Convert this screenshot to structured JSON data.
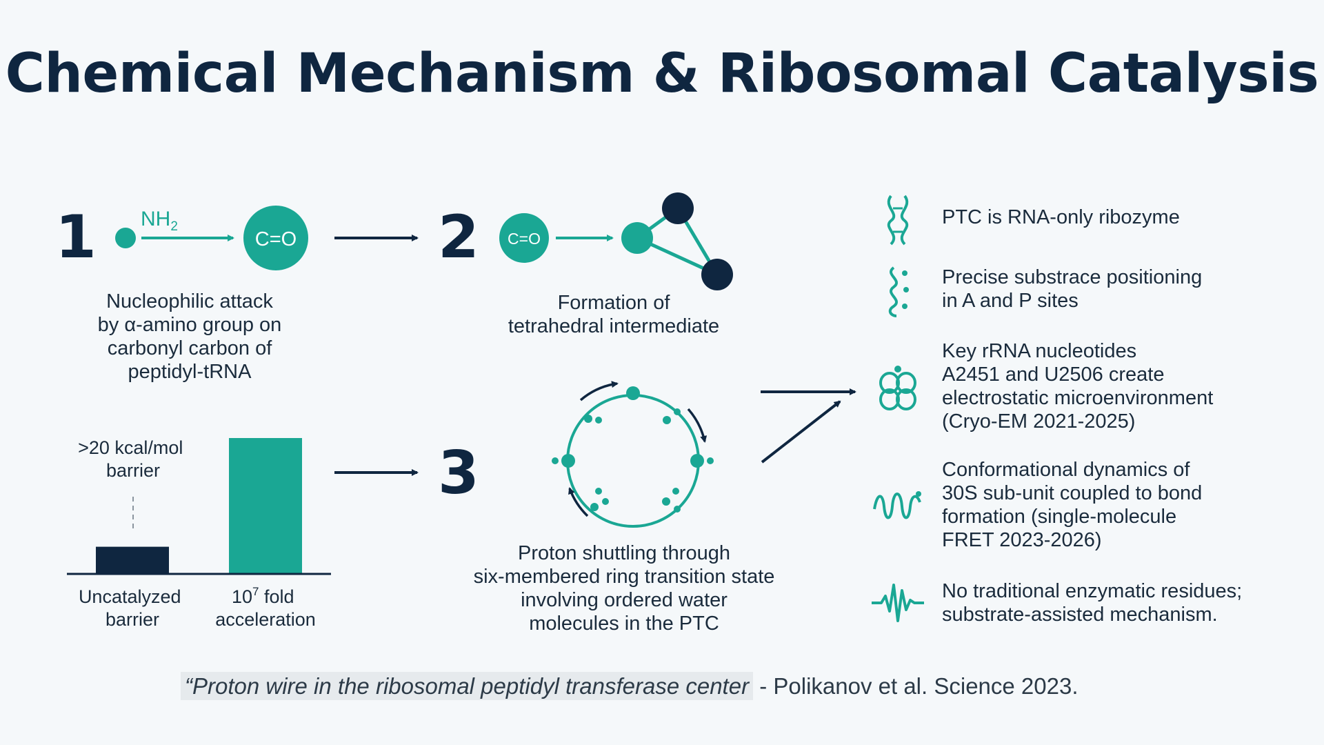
{
  "title": "Chemical Mechanism & Ribosomal Catalysis",
  "steps": [
    {
      "number": "1",
      "group_label": "NH2",
      "node_label": "C=O",
      "caption": [
        "Nucleophilic attack",
        "by α-amino group on",
        "carbonyl carbon of",
        "peptidyl-tRNA"
      ]
    },
    {
      "number": "2",
      "node_label": "C=O",
      "caption": [
        "Formation of",
        "tetrahedral intermediate"
      ]
    },
    {
      "number": "3",
      "caption": [
        "Proton shuttling through",
        "six-membered ring transition state",
        "involving ordered water",
        "molecules in the PTC"
      ]
    }
  ],
  "chart_data": {
    "type": "bar",
    "categories": [
      "Uncatalyzed barrier",
      "10^7 fold acceleration"
    ],
    "category_lines": [
      [
        "Uncatalyzed",
        "barrier"
      ],
      [
        "fold",
        "acceleration"
      ]
    ],
    "annotation": [
      ">20 kcal/mol",
      "barrier"
    ],
    "values": [
      0.2,
      1.0
    ],
    "colors": [
      "#0f2640",
      "#1aa794"
    ]
  },
  "points": [
    {
      "icon": "rna-helix-icon",
      "lines": [
        "PTC is RNA-only ribozyme"
      ]
    },
    {
      "icon": "rna-strand-icon",
      "lines": [
        "Precise substrace positioning",
        "in A and P sites"
      ]
    },
    {
      "icon": "nucleotide-cluster-icon",
      "lines": [
        "Key rRNA nucleotides",
        "A2451 and U2506 create",
        "electrostatic microenvironment",
        "(Cryo-EM 2021-2025)"
      ]
    },
    {
      "icon": "dynamics-wave-icon",
      "lines": [
        "Conformational dynamics of",
        "30S sub-unit coupled to bond",
        "formation (single-molecule",
        "FRET 2023-2026)"
      ]
    },
    {
      "icon": "signal-wave-icon",
      "lines": [
        "No traditional enzymatic residues;",
        "substrate-assisted mechanism."
      ]
    }
  ],
  "citation": {
    "quote": "“Proton wire in the ribosomal peptidyl transferase center",
    "source": " - Polikanov et al. Science 2023."
  },
  "colors": {
    "navy": "#0f2640",
    "teal": "#1aa794"
  }
}
